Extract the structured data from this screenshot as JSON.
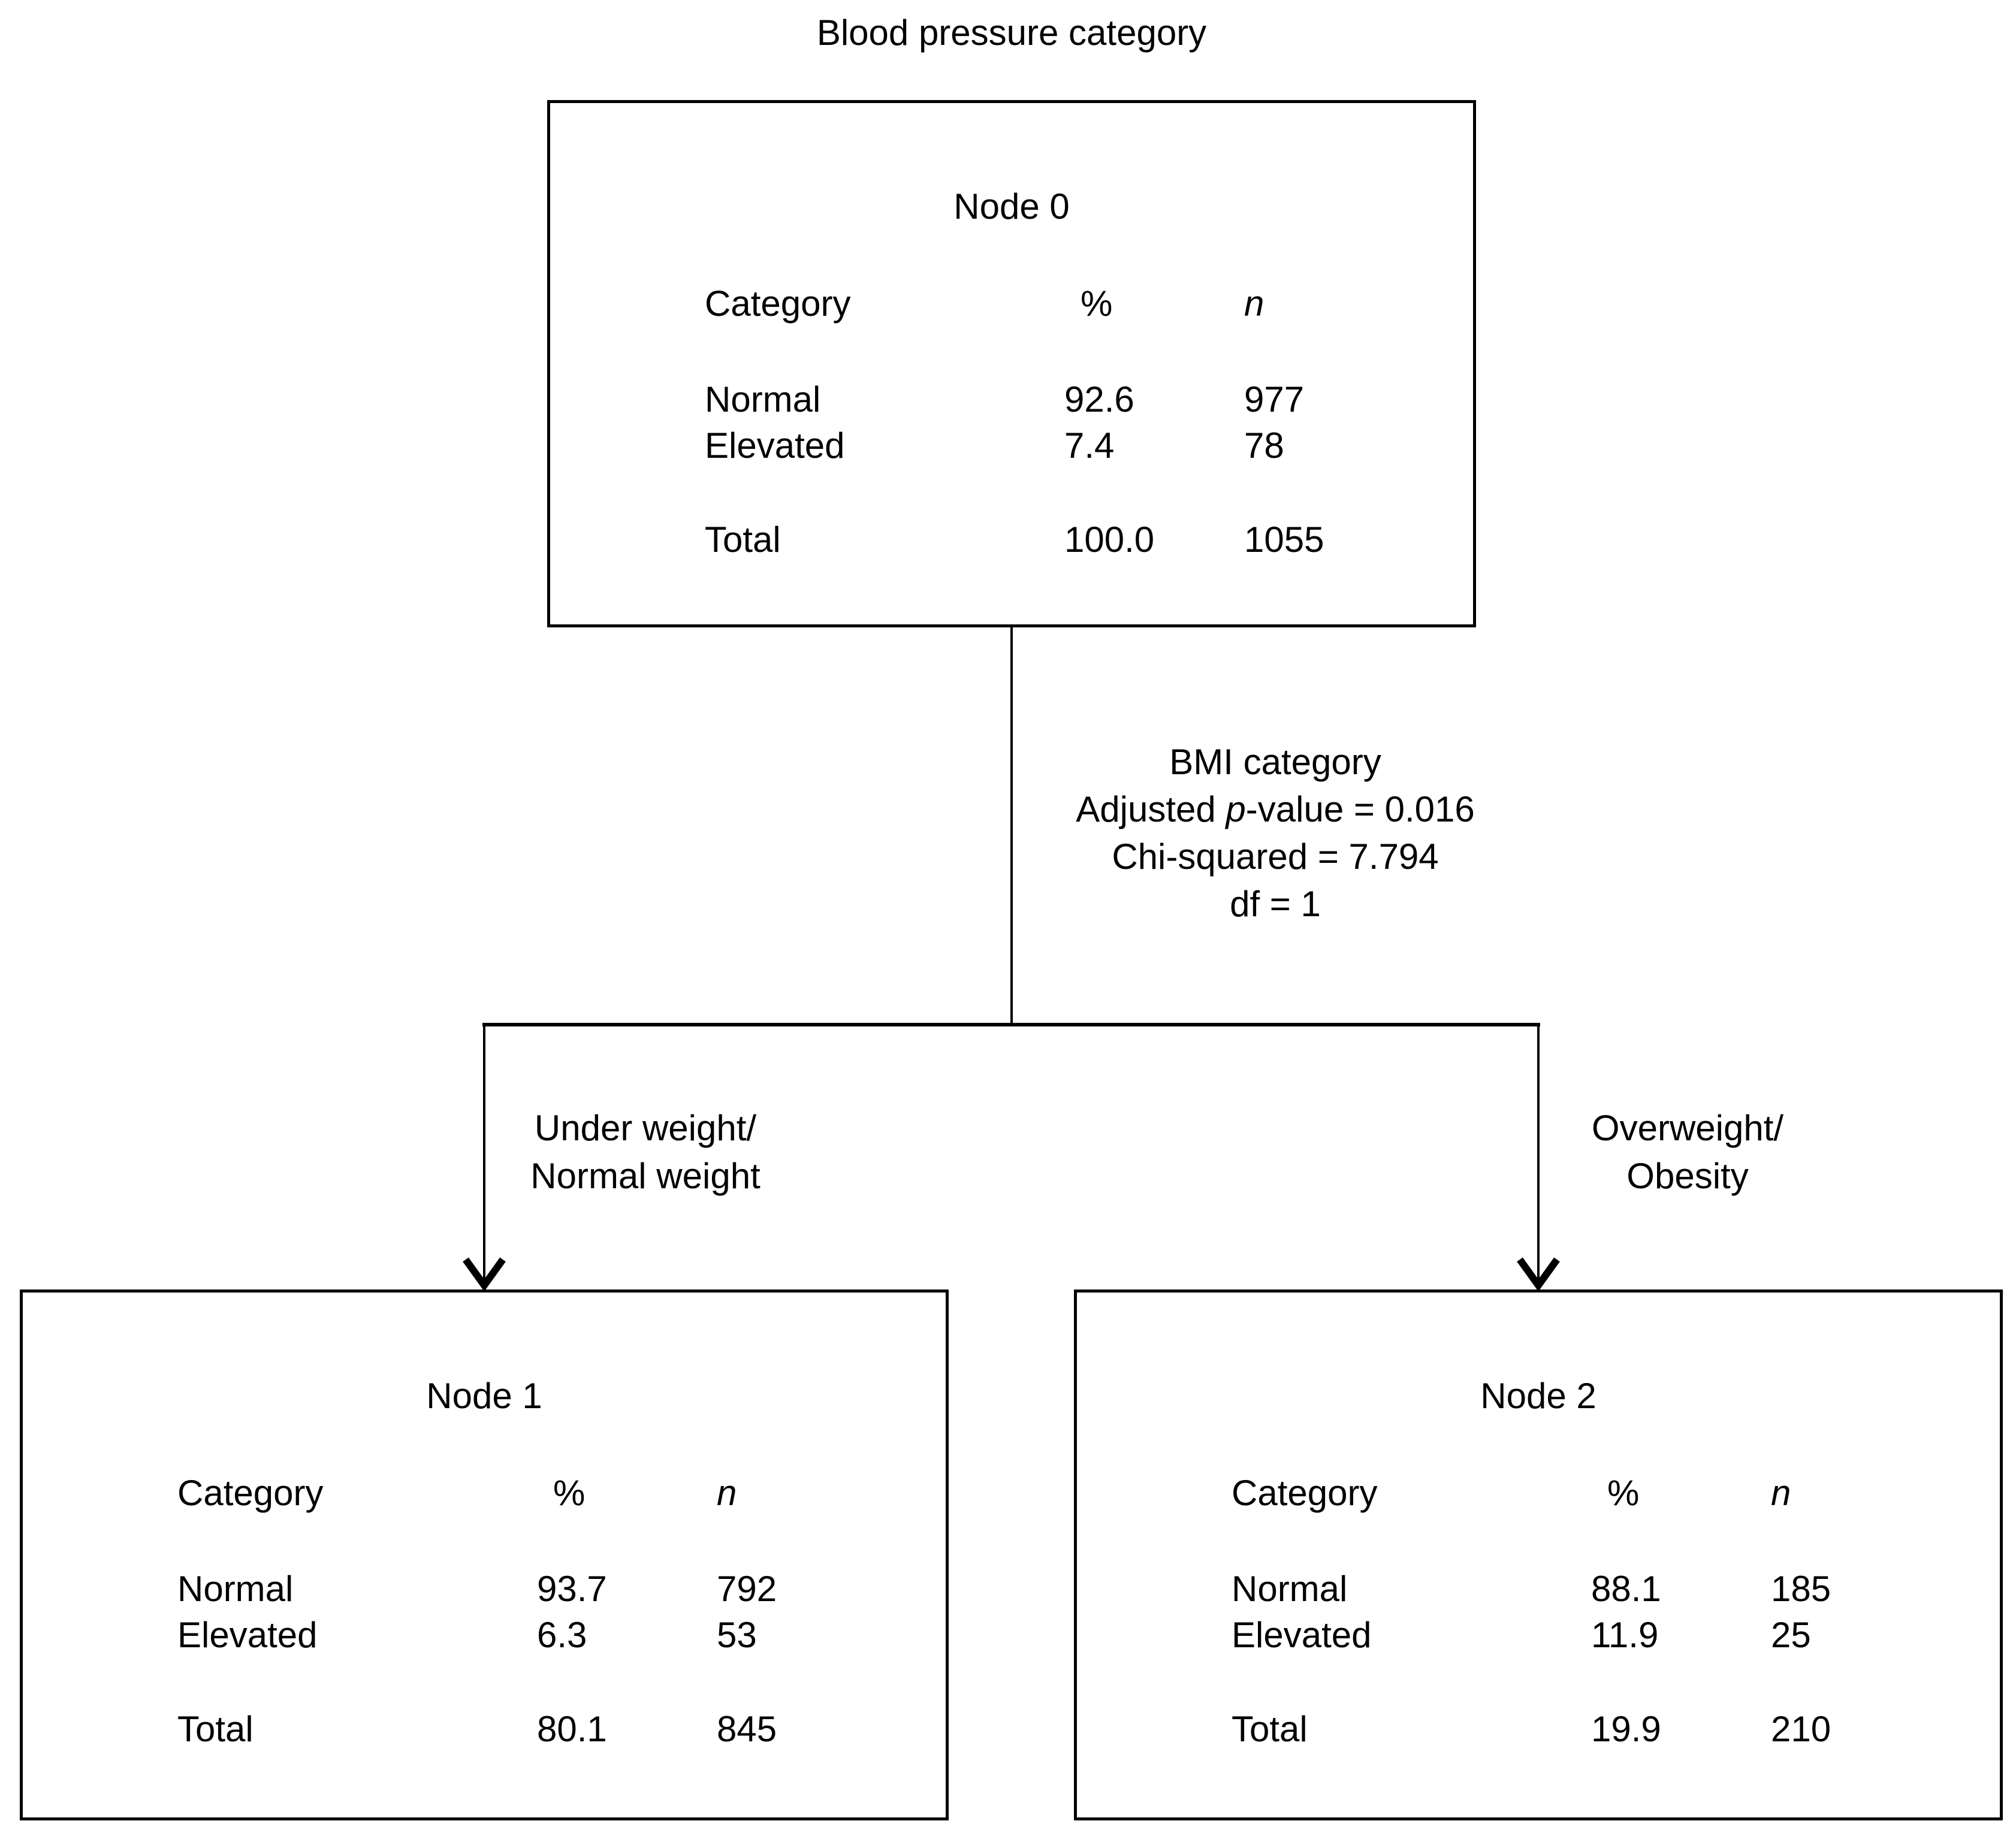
{
  "title": "Blood pressure category",
  "colors": {
    "line": "#000000",
    "text": "#000000",
    "background": "#ffffff"
  },
  "columns": {
    "category": "Category",
    "percent": "%",
    "n": "n"
  },
  "nodes": [
    {
      "name": "Node 0",
      "rows": [
        {
          "category": "Normal",
          "percent": "92.6",
          "n": "977"
        },
        {
          "category": "Elevated",
          "percent": "7.4",
          "n": "78"
        }
      ],
      "total": {
        "category": "Total",
        "percent": "100.0",
        "n": "1055"
      }
    },
    {
      "name": "Node 1",
      "rows": [
        {
          "category": "Normal",
          "percent": "93.7",
          "n": "792"
        },
        {
          "category": "Elevated",
          "percent": "6.3",
          "n": "53"
        }
      ],
      "total": {
        "category": "Total",
        "percent": "80.1",
        "n": "845"
      }
    },
    {
      "name": "Node 2",
      "rows": [
        {
          "category": "Normal",
          "percent": "88.1",
          "n": "185"
        },
        {
          "category": "Elevated",
          "percent": "11.9",
          "n": "25"
        }
      ],
      "total": {
        "category": "Total",
        "percent": "19.9",
        "n": "210"
      }
    }
  ],
  "split": {
    "variable": "BMI category",
    "p_prefix": "Adjusted ",
    "p_italic": "p",
    "p_suffix": "-value = 0.016",
    "chi_squared": "Chi-squared = 7.794",
    "df": "df = 1"
  },
  "branches": [
    {
      "label_line1": "Under weight/",
      "label_line2": "Normal weight"
    },
    {
      "label_line1": "Overweight/",
      "label_line2": "Obesity"
    }
  ]
}
